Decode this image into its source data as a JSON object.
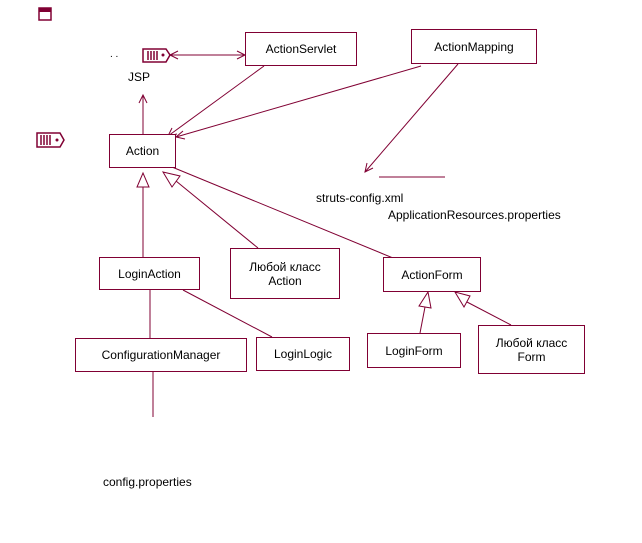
{
  "diagram": {
    "classes": {
      "action_servlet": "ActionServlet",
      "action_mapping": "ActionMapping",
      "action": "Action",
      "login_action": "LoginAction",
      "any_action": "Любой класс\nAction",
      "action_form": "ActionForm",
      "configuration_manager": "ConfigurationManager",
      "login_logic": "LoginLogic",
      "login_form": "LoginForm",
      "any_form": "Любой класс\nForm"
    },
    "labels": {
      "jsp": "JSP",
      "jsp_dots": ". .",
      "struts_config": "struts-config.xml",
      "app_resources": "ApplicationResources.properties",
      "config_properties": "config.properties"
    },
    "colors": {
      "stroke": "#800033",
      "background": "#ffffff",
      "text": "#000000"
    }
  }
}
